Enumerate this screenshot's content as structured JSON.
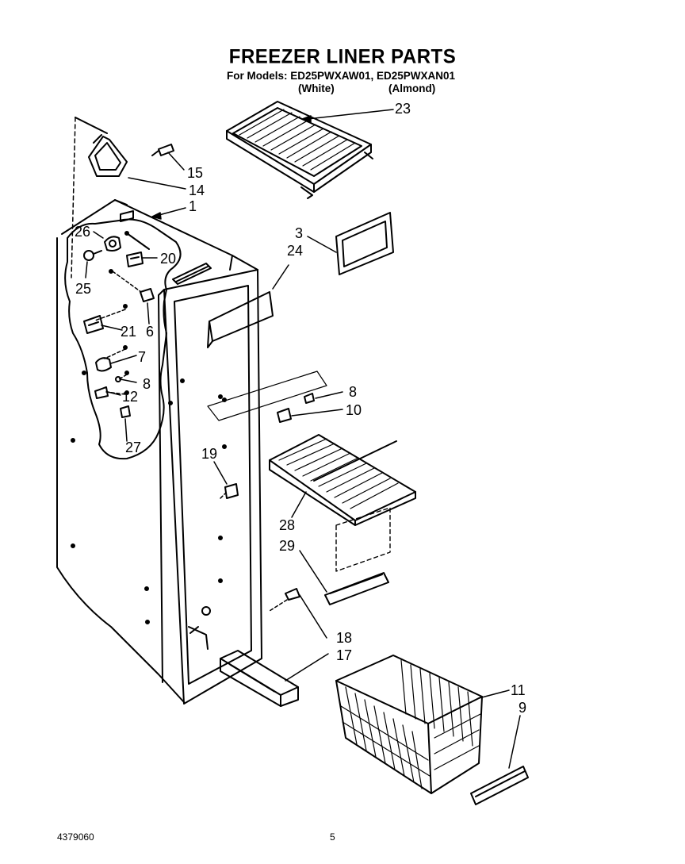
{
  "header": {
    "title": "FREEZER LINER PARTS",
    "models_line": "For Models: ED25PWXAW01, ED25PWXAN01",
    "color_1": "(White)",
    "color_2": "(Almond)"
  },
  "callouts": {
    "c23": "23",
    "c15": "15",
    "c14": "14",
    "c1": "1",
    "c26": "26",
    "c20": "20",
    "c25": "25",
    "c6": "6",
    "c21": "21",
    "c7": "7",
    "c8a": "8",
    "c12": "12",
    "c27": "27",
    "c3": "3",
    "c24": "24",
    "c8b": "8",
    "c10": "10",
    "c19": "19",
    "c28": "28",
    "c29": "29",
    "c18": "18",
    "c17": "17",
    "c11": "11",
    "c9": "9"
  },
  "footer": {
    "part_number": "4379060",
    "page_number": "5"
  }
}
